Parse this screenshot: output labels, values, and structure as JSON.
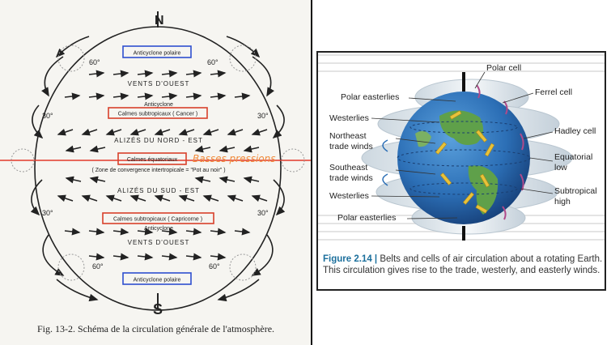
{
  "left_figure": {
    "pole_north": "N",
    "pole_south": "S",
    "lat_60": "60°",
    "lat_30": "30°",
    "polar_high_top": "Anticyclone polaire",
    "westerlies_north": "VENTS D'OUEST",
    "subtropical_anticyclone_north": "Anticyclone",
    "subtropical_calms_north": "Calmes subtropicaux ( Cancer )",
    "ne_trades": "ALIZÉS DU NORD - EST",
    "equatorial_calms": "Calmes équatoriaux",
    "handwritten_note": "Basses pressions",
    "itcz": "( Zone de convergence intertropicale = \"Pot au noir\" )",
    "se_trades": "ALIZÉS DU SUD - EST",
    "subtropical_calms_south": "Calmes subtropicaux ( Capricorne )",
    "subtropical_anticyclone_south": "Anticyclone",
    "westerlies_south": "VENTS D'OUEST",
    "polar_high_bottom": "Anticyclone polaire",
    "caption": "Fig. 13-2. Schéma de la circulation générale de l'atmosphère."
  },
  "right_figure": {
    "labels": {
      "polar_cell": "Polar cell",
      "ferrel_cell": "Ferrel cell",
      "hadley_cell": "Hadley cell",
      "equatorial_low_1": "Equatorial",
      "equatorial_low_2": "low",
      "subtropical_high_1": "Subtropical",
      "subtropical_high_2": "high",
      "polar_easterlies_top": "Polar easterlies",
      "westerlies_top": "Westerlies",
      "ne_trades_1": "Northeast",
      "ne_trades_2": "trade winds",
      "se_trades_1": "Southeast",
      "se_trades_2": "trade winds",
      "westerlies_bottom": "Westerlies",
      "polar_easterlies_bottom": "Polar easterlies"
    },
    "caption_number": "Figure 2.14 |",
    "caption_text": " Belts and cells of air circulation about a rotating Earth. This circulation gives rise to the trade, westerly, and easterly winds."
  },
  "colors": {
    "box_blue": "#2f4fd0",
    "box_red": "#d8402a",
    "handwriting_orange": "#f08a3a",
    "equator_red": "#e23a2a",
    "ocean_blue": "#2c6fb6",
    "land_green": "#5fa04a",
    "cell_white": "#e8eef2",
    "arrow_yellow": "#e8c23a"
  }
}
